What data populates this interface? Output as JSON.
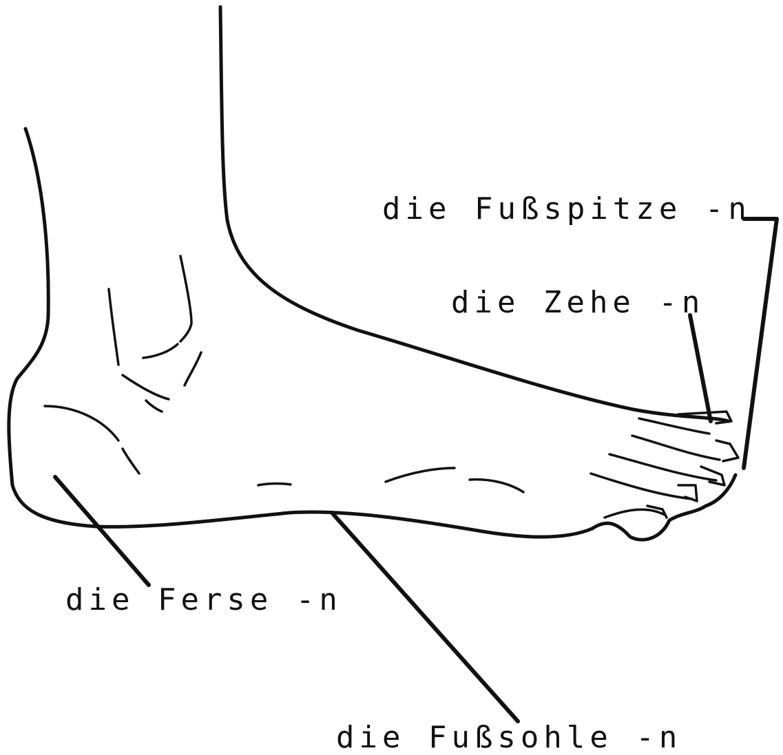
{
  "labels": {
    "tip": "die Fußspitze -n",
    "toe": "die Zehe -n",
    "heel": "die Ferse -n",
    "sole": "die Fußsohle -n"
  },
  "colors": {
    "ink": "#111111",
    "paper": "#ffffff"
  }
}
